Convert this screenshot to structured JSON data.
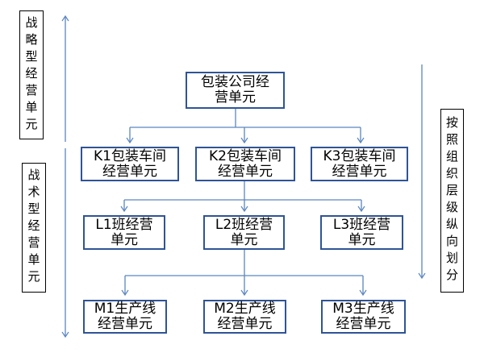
{
  "colors": {
    "box_border": "#2F5496",
    "connector": "#5B86C0",
    "label_border": "#000000",
    "text": "#000000",
    "background": "#FFFFFF"
  },
  "axes": {
    "strategic_label": "战略型经营单元",
    "tactical_label": "战术型经营单元",
    "right_label": "按照组织层级纵向划分"
  },
  "chart": {
    "root": {
      "text": "包装公司经营单元",
      "lines": [
        "包装公司经",
        "营单元"
      ]
    },
    "levels": [
      {
        "name": "workshop-level",
        "nodes": [
          {
            "text": "K1包装车间经营单元",
            "lines": [
              "K1包装车间",
              "经营单元"
            ]
          },
          {
            "text": "K2包装车间经营单元",
            "lines": [
              "K2包装车间",
              "经营单元"
            ]
          },
          {
            "text": "K3包装车间经营单元",
            "lines": [
              "K3包装车间",
              "经营单元"
            ]
          }
        ]
      },
      {
        "name": "team-level",
        "nodes": [
          {
            "text": "L1班经营单元",
            "lines": [
              "L1班经营",
              "单元"
            ]
          },
          {
            "text": "L2班经营单元",
            "lines": [
              "L2班经营",
              "单元"
            ]
          },
          {
            "text": "L3班经营单元",
            "lines": [
              "L3班经营",
              "单元"
            ]
          }
        ]
      },
      {
        "name": "production-line-level",
        "nodes": [
          {
            "text": "M1生产线经营单元",
            "lines": [
              "M1生产线",
              "经营单元"
            ]
          },
          {
            "text": "M2生产线经营单元",
            "lines": [
              "M2生产线",
              "经营单元"
            ]
          },
          {
            "text": "M3生产线经营单元",
            "lines": [
              "M3生产线",
              "经营单元"
            ]
          }
        ]
      }
    ]
  }
}
